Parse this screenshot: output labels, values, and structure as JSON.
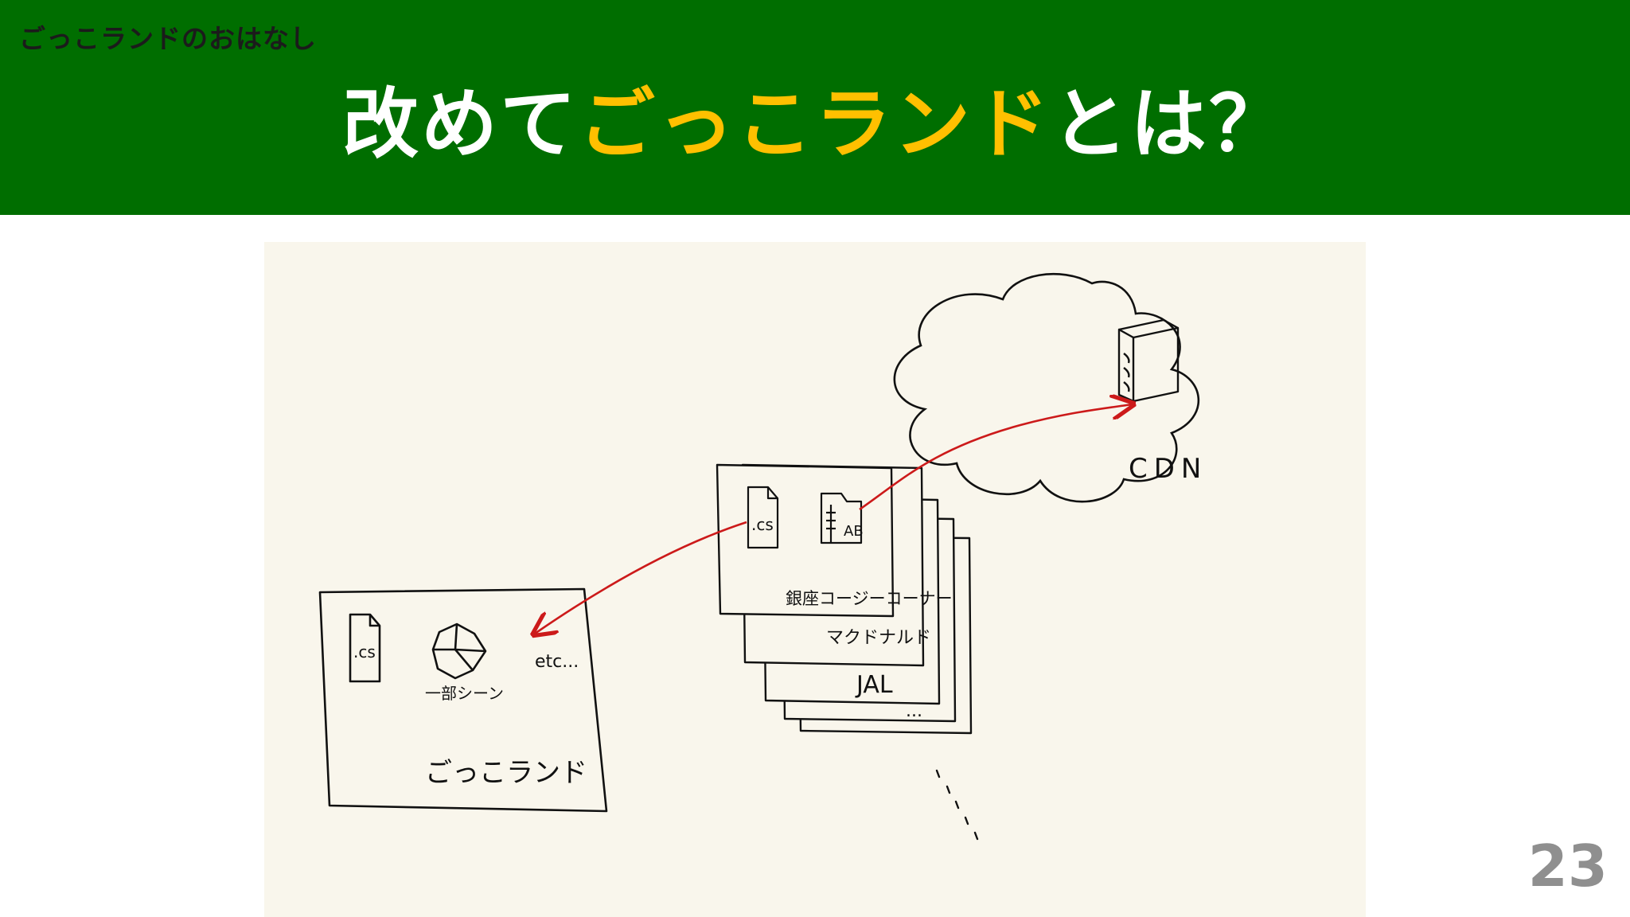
{
  "header": {
    "section_label": "ごっこランドのおはなし",
    "title_prefix": "改めて",
    "title_accent": "ごっこランド",
    "title_suffix": "とは？"
  },
  "diagram": {
    "gokko_box": {
      "file_label": ".cs",
      "scene_label": "一部シーン",
      "etc_label": "etc...",
      "name": "ごっこランド"
    },
    "content_cards": {
      "file_label": ".cs",
      "bundle_label": "AB",
      "card_names": [
        "銀座コージーコーナー",
        "マクドナルド",
        "JAL"
      ],
      "more_label": "..."
    },
    "cdn": {
      "label": "CDN"
    },
    "colors": {
      "arrow": "#cc1a1a",
      "ink": "#111111",
      "paper": "#f9f6ec"
    }
  },
  "page": {
    "number": "23"
  }
}
